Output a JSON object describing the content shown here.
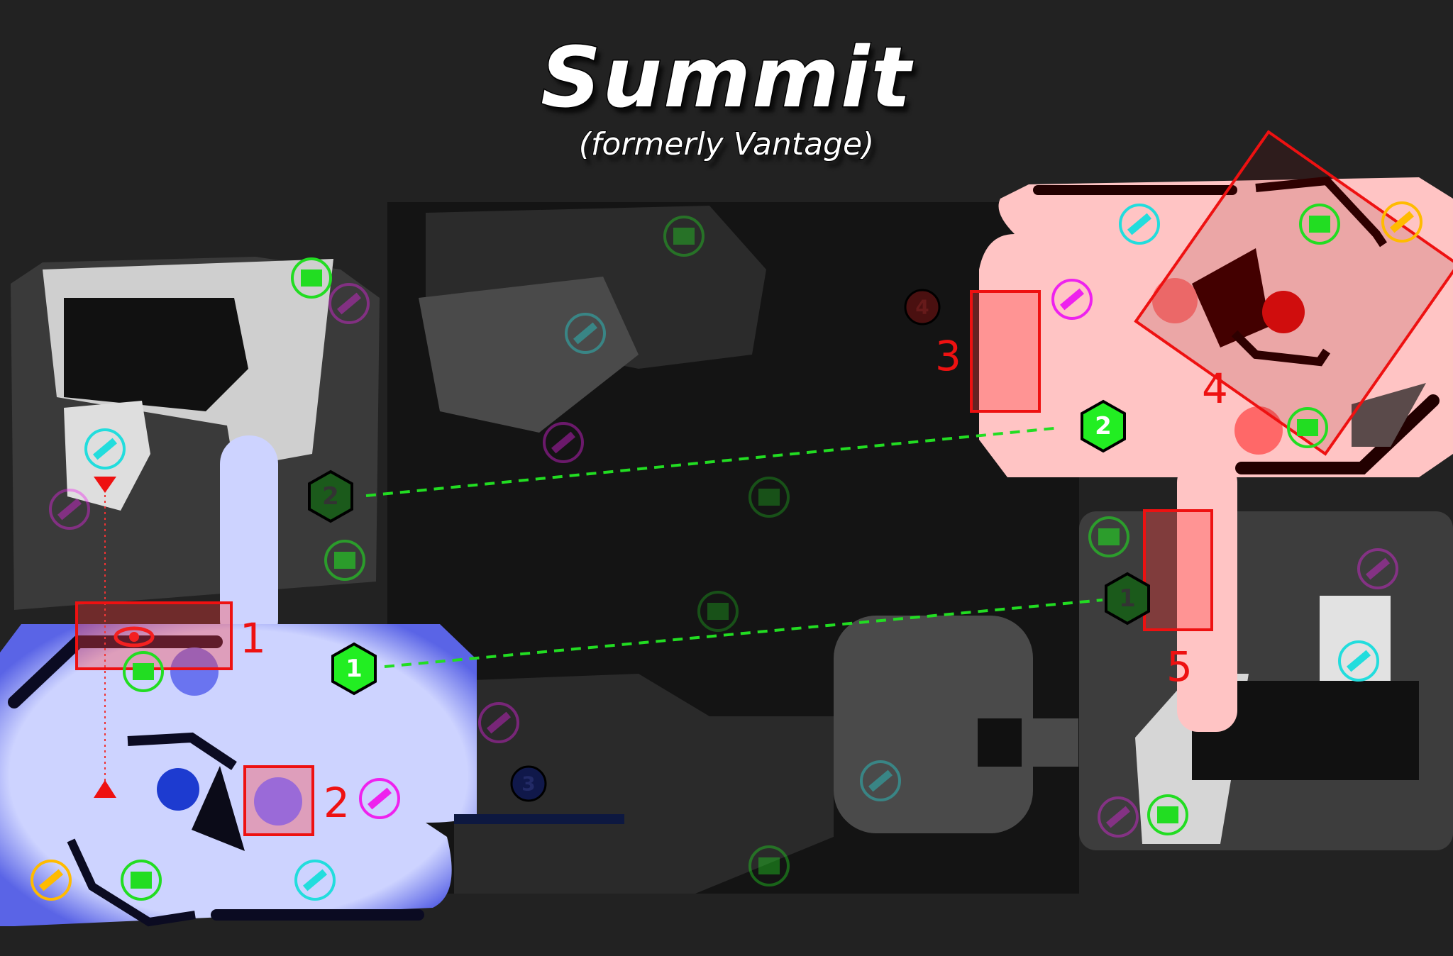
{
  "title": "Summit",
  "subtitle": "(formerly Vantage)",
  "callouts": [
    {
      "label": "1"
    },
    {
      "label": "2"
    },
    {
      "label": "3"
    },
    {
      "label": "4"
    },
    {
      "label": "5"
    }
  ],
  "capture_points": {
    "blue_point_1": "1",
    "blue_point_2": "2",
    "red_point_1": "1",
    "red_point_2": "2",
    "neutral_3": "3",
    "neutral_4": "4"
  },
  "colors": {
    "background": "#222222",
    "blue_team": "#cdd3ff",
    "red_team": "#ffc4c4",
    "callout": "#ee1111",
    "link_line": "#22dd22",
    "health": "#22dd22",
    "rifle": "#22dddd",
    "shotgun": "#ee22ee",
    "rocket": "#ffbb00"
  }
}
